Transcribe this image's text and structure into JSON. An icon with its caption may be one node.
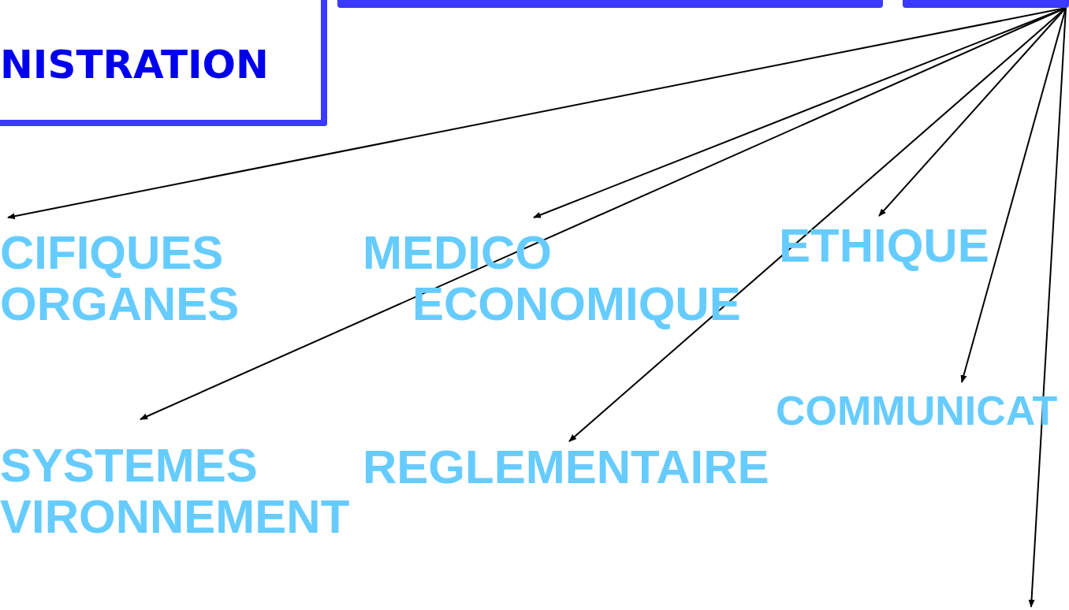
{
  "diagram": {
    "nodes": [
      {
        "text": [
          "NISTRATION"
        ]
      },
      {
        "text": [],
        "shape": "bar"
      },
      {
        "text": [],
        "shape": "bar"
      },
      {
        "text": [
          "CIFIQUES ORGANES"
        ]
      },
      {
        "text": [
          "MEDICO ECONOMIQUE"
        ]
      },
      {
        "text": [
          "ETHIQUE"
        ]
      },
      {
        "text": [
          "SYSTEMES VIRONNEMENT"
        ]
      },
      {
        "text": [
          "REGLEMENTAIRE"
        ]
      },
      {
        "text": [
          "COMMUNICAT"
        ]
      }
    ],
    "edges": [
      {
        "from": 2,
        "to": 3,
        "arrow": "to"
      },
      {
        "from": 2,
        "to": 4,
        "arrow": "to"
      },
      {
        "from": 2,
        "to": 6,
        "arrow": "to"
      },
      {
        "from": 2,
        "to": 7,
        "arrow": "to"
      },
      {
        "from": 2,
        "to": 5,
        "arrow": "to"
      },
      {
        "from": 2,
        "to": 8,
        "arrow": "to"
      },
      {
        "from": 2,
        "to": null,
        "arrow": "to"
      }
    ]
  }
}
